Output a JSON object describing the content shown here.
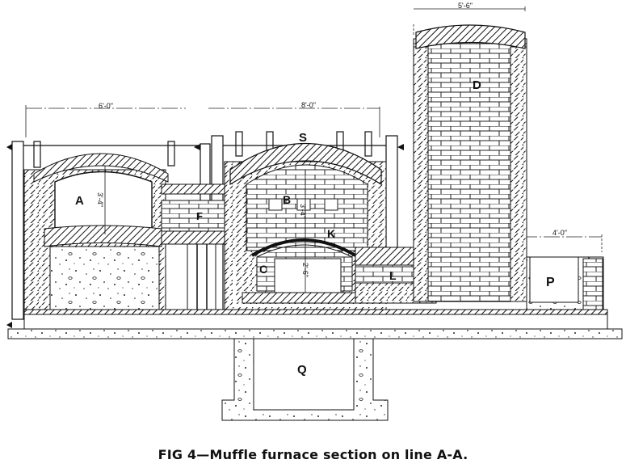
{
  "figure": {
    "caption": "FIG 4—Muffle furnace section on line A-A.",
    "labels": {
      "A": "A",
      "B": "B",
      "C": "C",
      "D": "D",
      "F": "F",
      "K": "K",
      "L": "L",
      "P": "P",
      "Q": "Q",
      "S": "S"
    },
    "dimensions": {
      "left_width": "6'-0\"",
      "center_width": "8'-0\"",
      "stack_width": "5'-6\"",
      "flue_width": "4'-0\"",
      "chamber_a_height": "3'-4\"",
      "chamber_b_height": "3'-4\"",
      "chamber_c_height": "2'-6\""
    }
  }
}
